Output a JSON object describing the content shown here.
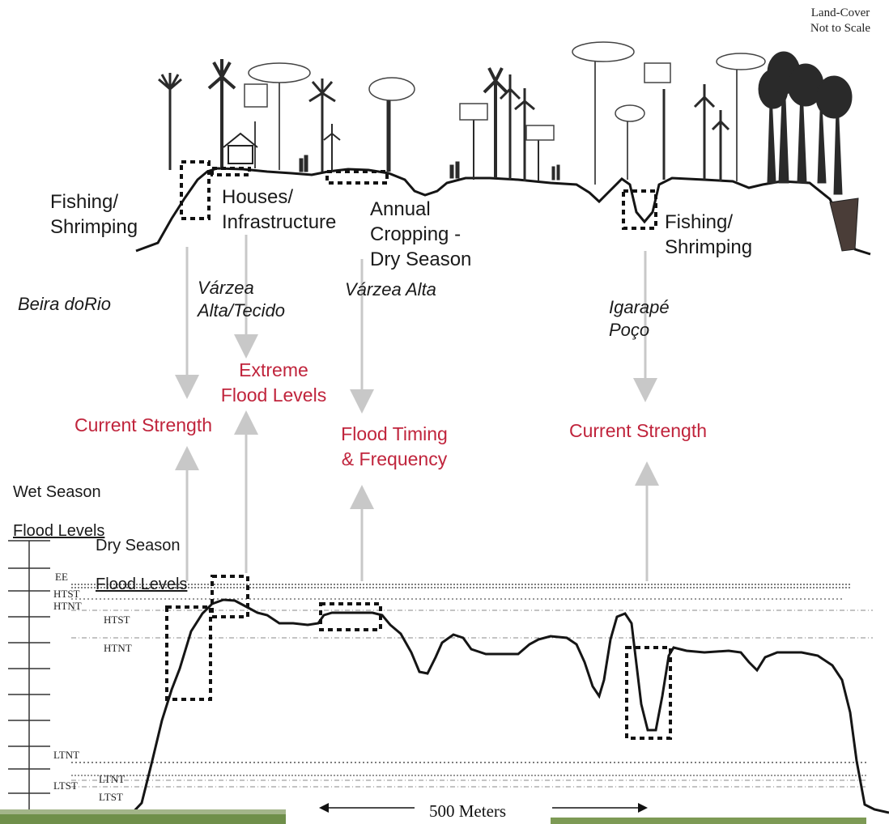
{
  "colors": {
    "driver_text": "#c0243c",
    "arrow": "#c8c8c8",
    "profile": "#151515",
    "dashed_box": "#111111",
    "vegetation": "#2a2a2a",
    "photo_green": "#6f8f4a"
  },
  "corner_note": "Land-Cover\nNot to Scale",
  "activities": {
    "fishing_left": "Fishing/\nShrimping",
    "houses": "Houses/\nInfrastructure",
    "annual_cropping": "Annual\nCropping -\nDry Season",
    "fishing_right": "Fishing/\nShrimping"
  },
  "zones": {
    "beira": "Beira doRio",
    "varzea_alta_tecido": "Várzea\nAlta/Tecido",
    "varzea_alta": "Várzea Alta",
    "igarape": "Igarapé\nPoço"
  },
  "drivers": {
    "current_left": "Current Strength",
    "extreme": "Extreme\nFlood Levels",
    "timing": "Flood Timing\n& Frequency",
    "current_right": "Current Strength"
  },
  "seasons": {
    "wet_line1": "Wet Season",
    "wet_line2": "Flood Levels",
    "dry_line1": "Dry Season",
    "dry_line2": "Flood Levels"
  },
  "level_labels": {
    "ee": "EE",
    "htst_top": "HTST",
    "htnt_top": "HTNT",
    "htst_mid": "HTST",
    "htnt_mid": "HTNT",
    "ltnt": "LTNT",
    "ltst": "LTST",
    "ltnt2": "LTNT",
    "ltst2": "LTST"
  },
  "scale_bar": "500 Meters",
  "icons": {
    "vegetation": "tree-silhouettes-icon",
    "house": "house-icon",
    "arrow": "arrow-icon"
  }
}
